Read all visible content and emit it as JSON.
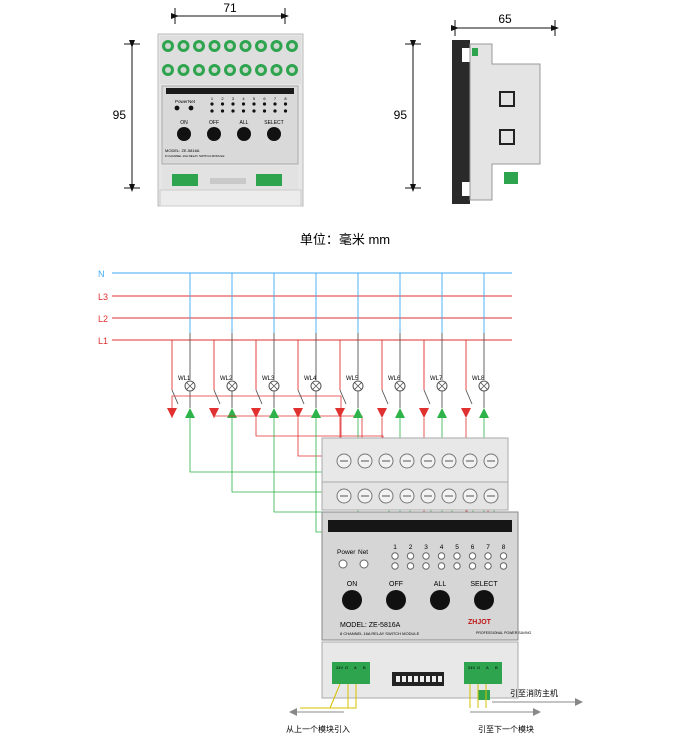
{
  "dimensions": {
    "front_width": "71",
    "height_front": "95",
    "side_width": "65",
    "height_side": "95"
  },
  "unit_caption": "单位：毫米 mm",
  "photo_front": {
    "top_labels": [
      "Power",
      "Net"
    ],
    "channels": [
      "1",
      "2",
      "3",
      "4",
      "5",
      "6",
      "7",
      "8"
    ],
    "buttons": [
      "ON",
      "OFF",
      "ALL",
      "SELECT"
    ],
    "model": "MODEL: ZE-5816A",
    "subtitle": "8 CHANNEL 16A RELAY SWITCH MODULE"
  },
  "wiring": {
    "lines": [
      "N",
      "L3",
      "L2",
      "L1"
    ],
    "loads": [
      "WL1",
      "WL2",
      "WL3",
      "WL4",
      "WL5",
      "WL6",
      "WL7",
      "WL8"
    ],
    "colors": {
      "N": "#3fa9f5",
      "L": "#e03030",
      "green": "#2db34a",
      "wire_dark": "#555555"
    }
  },
  "module": {
    "top_labels": [
      "Power",
      "Net"
    ],
    "channels": [
      "1",
      "2",
      "3",
      "4",
      "5",
      "6",
      "7",
      "8"
    ],
    "buttons": [
      "ON",
      "OFF",
      "ALL",
      "SELECT"
    ],
    "logo": "ZHJOT",
    "model": "MODEL: ZE-5816A",
    "subtitle": "8 CHANNEL 16A RELAY SWITCH MODULE",
    "brand_small": "PROFESSIONAL POWER SAVING",
    "terminal_left": [
      "24V",
      "G",
      "A",
      "B"
    ],
    "terminal_right": [
      "24V",
      "G",
      "A",
      "B"
    ]
  },
  "annotations": {
    "to_fire": "引至消防主机",
    "from_prev": "从上一个模块引入",
    "to_next": "引至下一个模块"
  }
}
